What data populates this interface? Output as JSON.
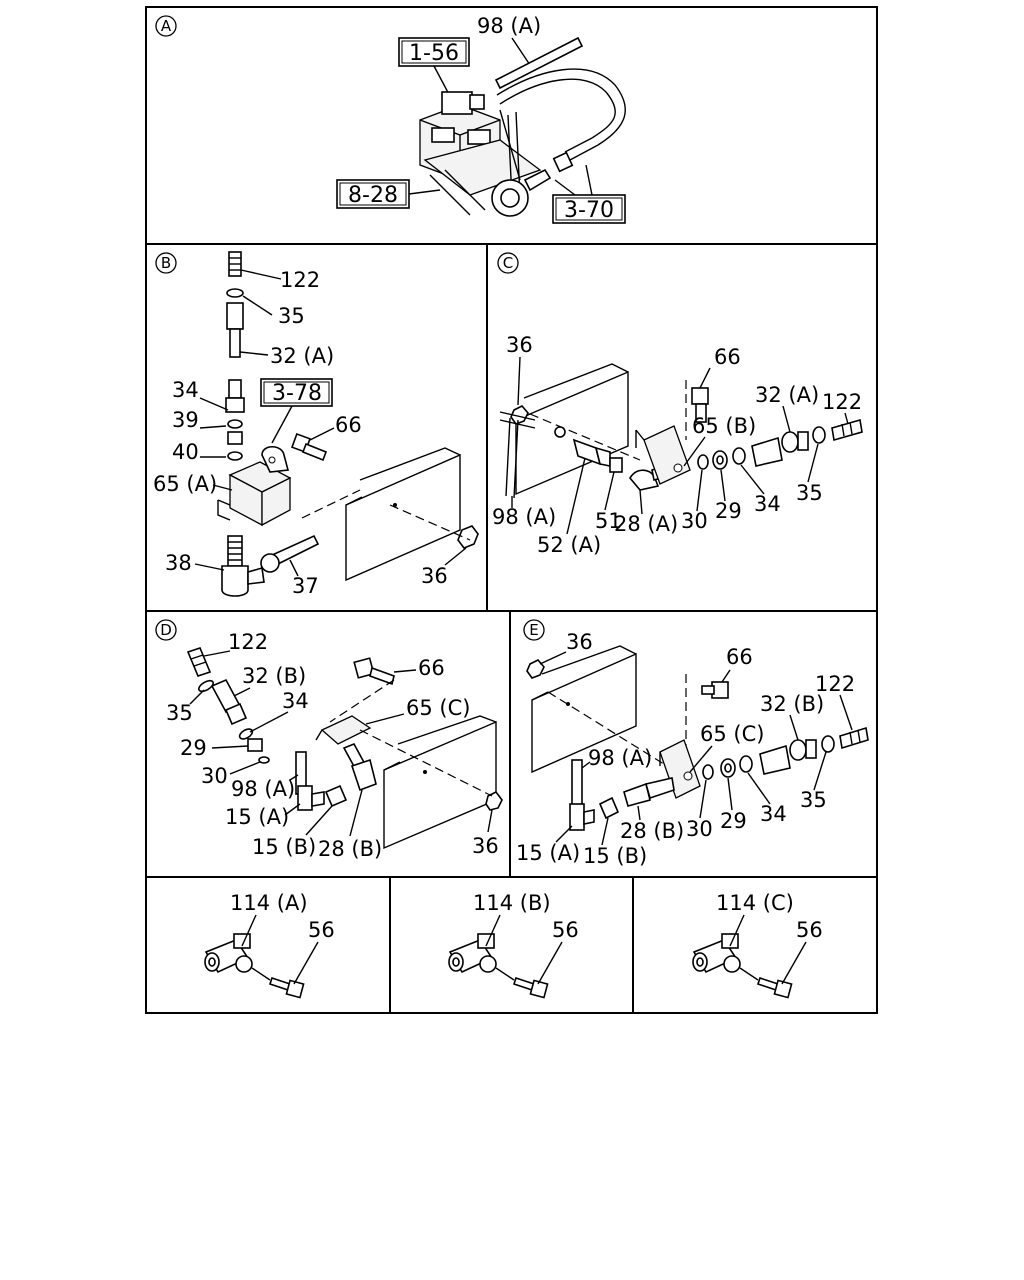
{
  "panels": {
    "A": {
      "id": "A",
      "labels": [
        "98 (A)"
      ],
      "boxes": [
        "1-56",
        "8-28",
        "3-70"
      ]
    },
    "B": {
      "id": "B",
      "labels": [
        "122",
        "35",
        "32 (A)",
        "34",
        "39",
        "40",
        "66",
        "65 (A)",
        "38",
        "37",
        "36"
      ],
      "boxes": [
        "3-78"
      ]
    },
    "C": {
      "id": "C",
      "labels": [
        "36",
        "66",
        "122",
        "32 (A)",
        "65 (B)",
        "98 (A)",
        "51",
        "28 (A)",
        "30",
        "29",
        "34",
        "35",
        "52 (A)"
      ]
    },
    "D": {
      "id": "D",
      "labels": [
        "122",
        "66",
        "32 (B)",
        "34",
        "65 (C)",
        "35",
        "29",
        "30",
        "98 (A)",
        "15 (A)",
        "15 (B)",
        "28 (B)",
        "36"
      ]
    },
    "E": {
      "id": "E",
      "labels": [
        "36",
        "66",
        "122",
        "32 (B)",
        "65 (C)",
        "98 (A)",
        "30",
        "29",
        "34",
        "35",
        "28 (B)",
        "15 (A)",
        "15 (B)"
      ]
    },
    "F": {
      "labels": [
        "114 (A)",
        "56"
      ]
    },
    "G": {
      "labels": [
        "114 (B)",
        "56"
      ]
    },
    "H": {
      "labels": [
        "114 (C)",
        "56"
      ]
    }
  }
}
